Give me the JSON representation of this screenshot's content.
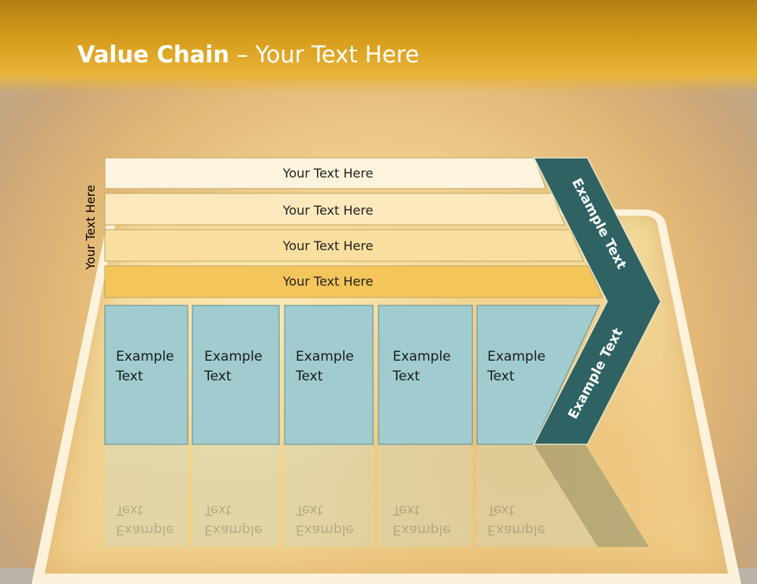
{
  "slide": {
    "title_bold": "Value Chain",
    "title_rest": " – Your Text Here",
    "side_label": "Your Text Here",
    "bars": [
      {
        "label": "Your Text Here",
        "color": "#fdf4df"
      },
      {
        "label": "Your Text Here",
        "color": "#fbe9bd"
      },
      {
        "label": "Your Text Here",
        "color": "#f9df9f"
      },
      {
        "label": "Your Text Here",
        "color": "#f4c55a"
      }
    ],
    "boxes": [
      {
        "line1": "Example",
        "line2": "Text"
      },
      {
        "line1": "Example",
        "line2": "Text"
      },
      {
        "line1": "Example",
        "line2": "Text"
      },
      {
        "line1": "Example",
        "line2": "Text"
      },
      {
        "line1": "Example",
        "line2": "Text"
      }
    ],
    "chevron_top_label": "Example Text",
    "chevron_bottom_label": "Example Text",
    "colors": {
      "box_fill": "#a1cccf",
      "chevron_fill": "#2f6262",
      "bar_border": "#c4a461"
    }
  }
}
